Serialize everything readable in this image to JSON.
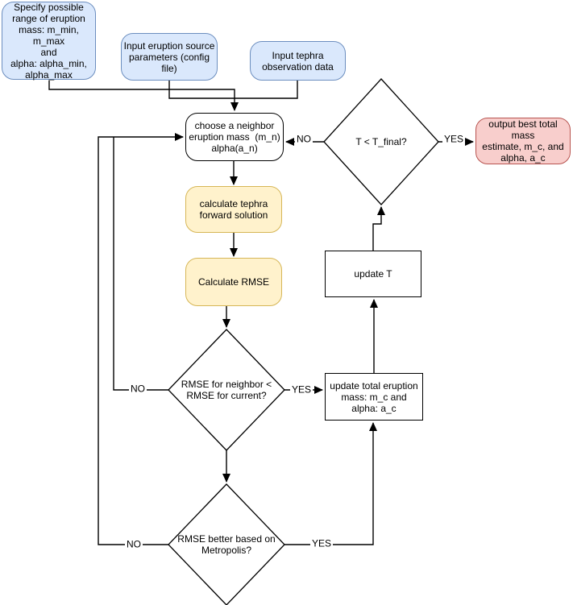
{
  "diagram": {
    "nodes": {
      "specify_range": {
        "label": "Specify possible\nrange of eruption\nmass: m_min, m_max\nand\nalpha: alpha_min,\nalpha_max"
      },
      "input_config": {
        "label": "Input eruption source\nparameters (config\nfile)"
      },
      "input_observation": {
        "label": "Input tephra\nobservation data"
      },
      "choose_neighbor": {
        "label": "choose a neighbor\neruption mass  (m_n)\nalpha(a_n)"
      },
      "forward_solution": {
        "label": "calculate tephra\nforward solution"
      },
      "calculate_rmse": {
        "label": "Calculate RMSE"
      },
      "rmse_compare": {
        "label": "RMSE for neighbor <\nRMSE for current?"
      },
      "metropolis": {
        "label": "RMSE better based on\nMetropolis?"
      },
      "update_mass": {
        "label": "update total eruption\nmass: m_c and\nalpha: a_c"
      },
      "update_t": {
        "label": "update T"
      },
      "t_final": {
        "label": "T < T_final?"
      },
      "output_best": {
        "label": "output best total mass\nestimate, m_c, and\nalpha, a_c"
      }
    },
    "edge_labels": {
      "rmse_compare_no": "NO",
      "rmse_compare_yes": "YES",
      "metropolis_no": "NO",
      "metropolis_yes": "YES",
      "t_final_no": "NO",
      "t_final_yes": "YES"
    },
    "colors": {
      "input_fill": "#dae8fc",
      "input_stroke": "#6c8ebf",
      "process_fill": "#fff2cc",
      "process_stroke": "#d6b656",
      "terminal_fill": "#f8cecc",
      "terminal_stroke": "#b85450",
      "plain_fill": "#ffffff",
      "plain_stroke": "#000000",
      "connector": "#000000"
    }
  }
}
